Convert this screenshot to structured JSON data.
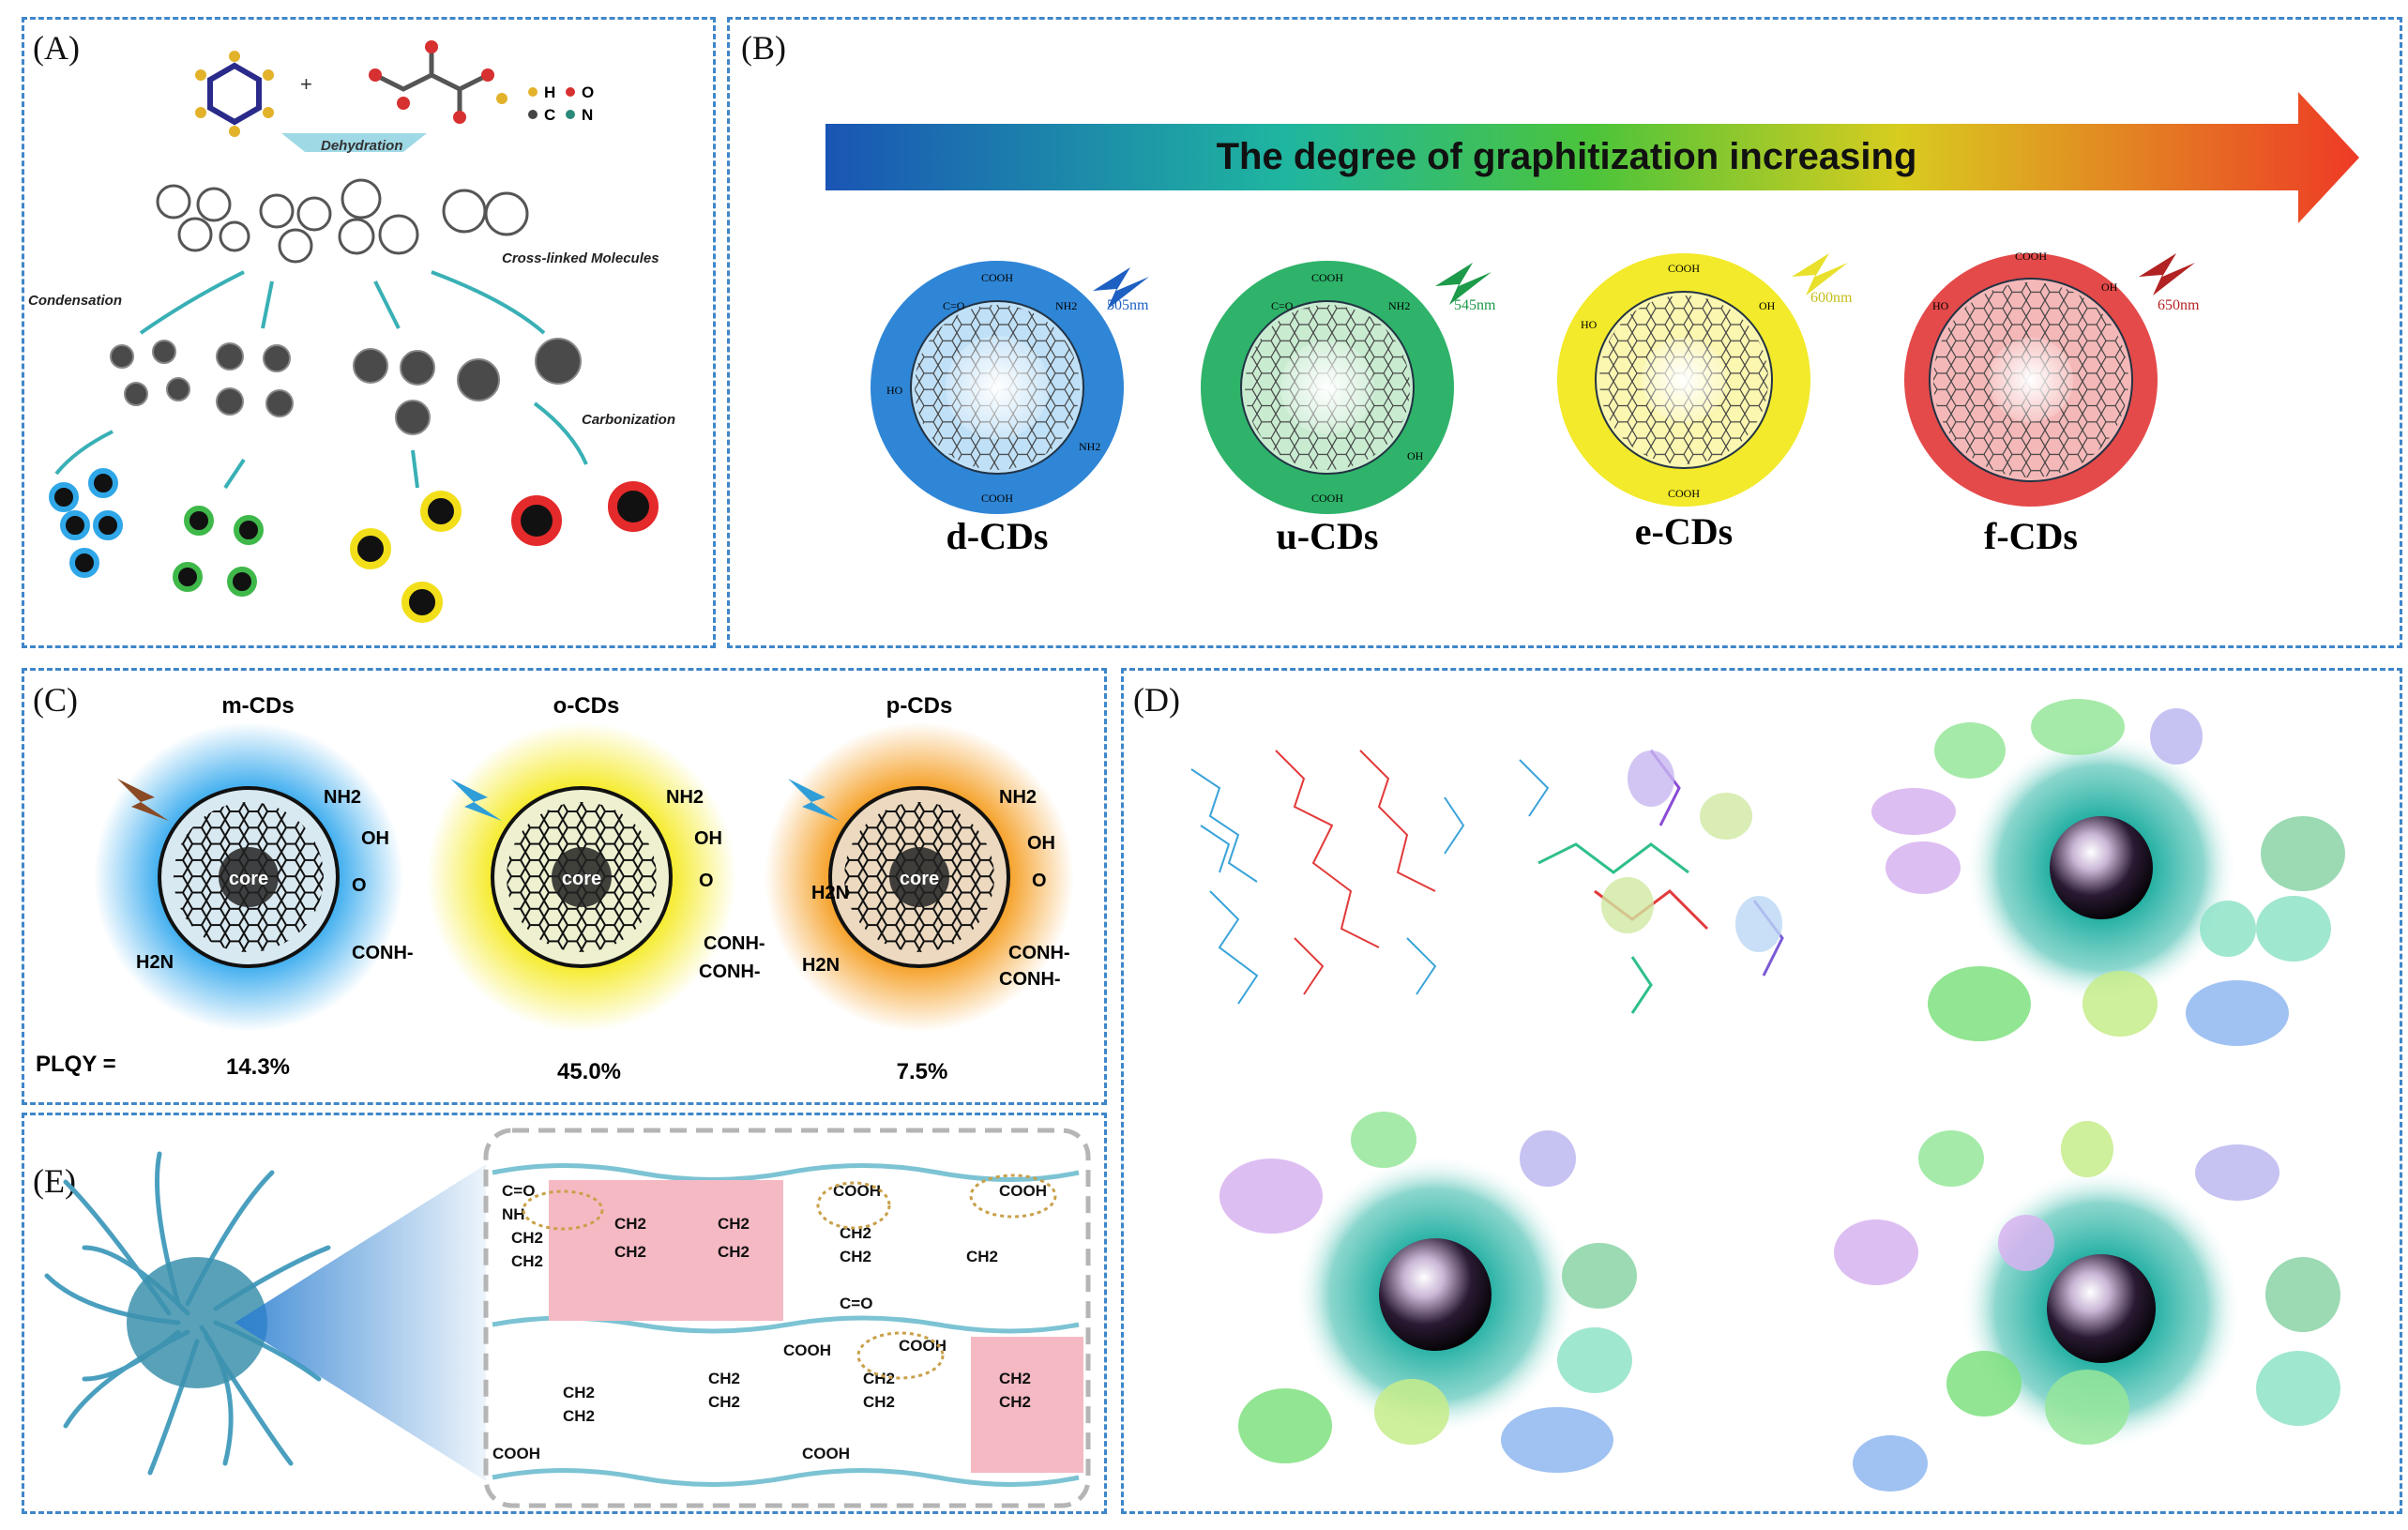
{
  "panels": {
    "a": {
      "label": "(A)",
      "legend": [
        "H",
        "O",
        "C",
        "N"
      ],
      "step_dehydration": "Dehydration",
      "step_crosslinked": "Cross-linked Molecules",
      "step_condensation": "Condensation",
      "step_carbonization": "Carbonization"
    },
    "b": {
      "label": "(B)",
      "arrow_text": "The degree of graphitization increasing",
      "cds": [
        {
          "name": "d-CDs",
          "wavelength": "505nm",
          "color": "#2f86d6"
        },
        {
          "name": "u-CDs",
          "wavelength": "545nm",
          "color": "#2fb36a"
        },
        {
          "name": "e-CDs",
          "wavelength": "600nm",
          "color": "#f2ea2a"
        },
        {
          "name": "f-CDs",
          "wavelength": "650nm",
          "color": "#e44a4a"
        }
      ],
      "groups": [
        "COOH",
        "NH2",
        "OH",
        "C=O",
        "HO"
      ]
    },
    "c": {
      "label": "(C)",
      "particles": [
        {
          "name": "m-CDs",
          "plqy": "14.3%",
          "glow": "#34a9ee"
        },
        {
          "name": "o-CDs",
          "plqy": "45.0%",
          "glow": "#f5ea1f"
        },
        {
          "name": "p-CDs",
          "plqy": "7.5%",
          "glow": "#f59b1b"
        }
      ],
      "plqy_label": "PLQY =",
      "core_text": "core",
      "groups": {
        "nh2": "NH2",
        "oh": "OH",
        "co": "O",
        "conh": "CONH-",
        "h2n": "H2N"
      }
    },
    "d": {
      "label": "(D)"
    },
    "e": {
      "label": "(E)",
      "groups": {
        "cooh": "COOH",
        "ch2": "CH2",
        "nh": "NH",
        "co": "C=O"
      }
    }
  },
  "colors": {
    "panel_border": "#3f86c9",
    "arrow_start": "#1a55b5",
    "arrow_mid": "#22c35a",
    "arrow_end": "#ee3a26"
  }
}
